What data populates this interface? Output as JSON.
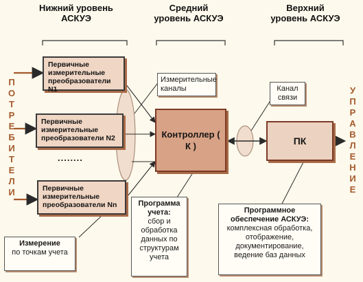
{
  "levels": {
    "lower": "Нижний уровень АСКУЭ",
    "middle": "Средний уровень АСКУЭ",
    "upper": "Верхний уровень АСКУЭ"
  },
  "left_label": "ПОТРЕБИТЕЛИ",
  "right_label": "УПРАВЛЕНИЕ",
  "sensors": [
    "Первичные измерительные преобразователи N1",
    "Первичные измерительные преобразователи N2",
    "Первичные измерительные преобразователи Nn"
  ],
  "ellipsis": "........",
  "controller": "Контроллер ( К )",
  "pc": "ПК",
  "notes": {
    "channels": "Измерительные каналы",
    "link": "Канал связи",
    "measurement_title": "Измерение",
    "measurement_body": "по точкам учета",
    "program_title": "Программа учета:",
    "program_body": "сбор и обработка данных по структурам учета",
    "software_title": "Программное обеспечение АСКУЭ:",
    "software_body": "комплексная обработка, отображение, документирование, ведение баз данных"
  },
  "colors": {
    "accent": "#a45a2c",
    "controller_fill": "#d8a286",
    "sensor_fill": "#f0d6c4"
  }
}
